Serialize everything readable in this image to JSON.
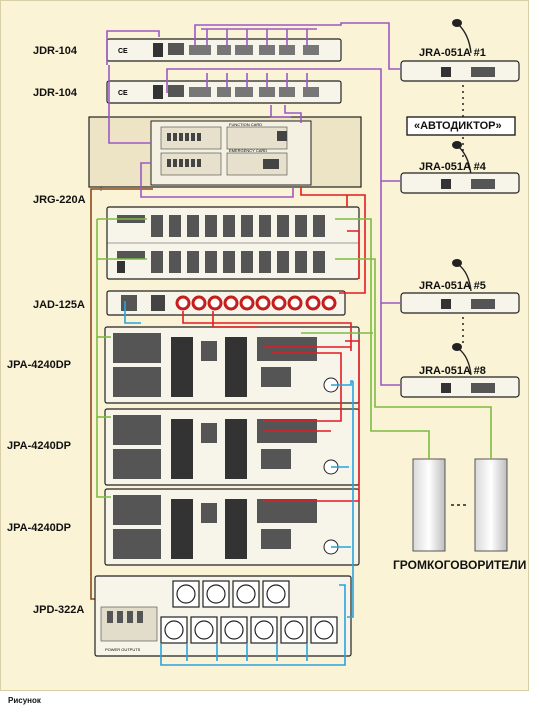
{
  "rack_labels": {
    "jdr1": "JDR-104",
    "jdr2": "JDR-104",
    "jrg": "JRG-220A",
    "jad": "JAD-125A",
    "jpa1": "JPA-4240DP",
    "jpa2": "JPA-4240DP",
    "jpa3": "JPA-4240DP",
    "jpd": "JPD-322A"
  },
  "remote_labels": {
    "jra1": "JRA-051A #1",
    "jra4": "JRA-051A #4",
    "jra5": "JRA-051A #5",
    "jra8": "JRA-051A #8"
  },
  "autodiktor": "«АВТОДИКТОР»",
  "speakers_label": "ГРОМКОГОВОРИТЕЛИ",
  "caption": "Рисунок",
  "panel_text": {
    "function_card": "FUNCTION CARD",
    "emergency_card": "EMERGENCY CARD",
    "power_outputs": "POWER OUTPUTS"
  },
  "colors": {
    "board": "#fbf3d6",
    "violet_cable": "#9b59c4",
    "red_cable": "#e31b23",
    "green_cable": "#7dbb42",
    "blue_cable": "#29a3dc",
    "brown_cable": "#8a4a1c",
    "grey_cable": "#777777"
  }
}
